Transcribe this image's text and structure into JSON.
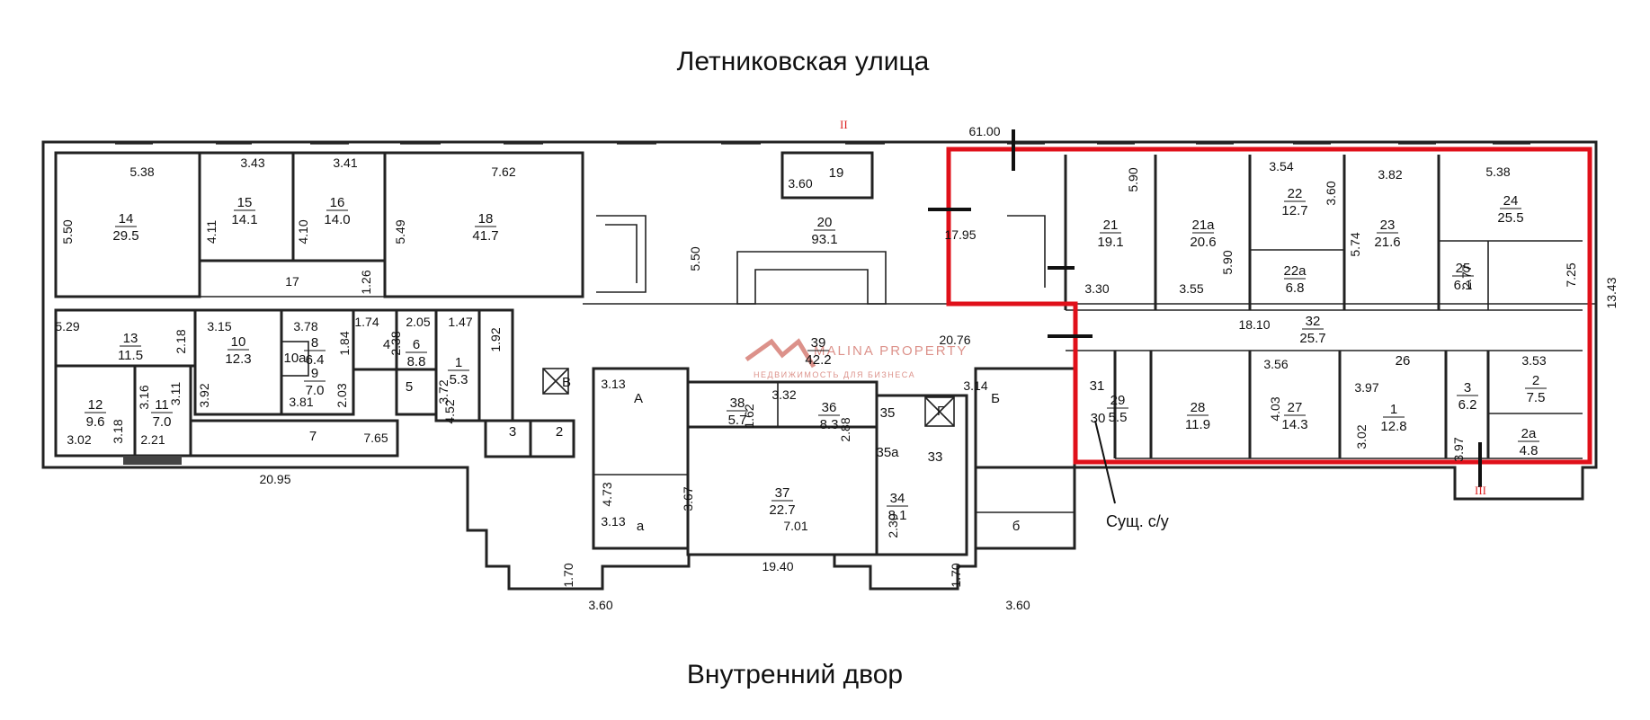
{
  "street_label": "Летниковская улица",
  "yard_label": "Внутренний двор",
  "annotation_label": "Сущ. с/у",
  "section_marks": [
    "II",
    "III"
  ],
  "watermark": {
    "brand": "MALINA PROPERTY",
    "tagline": "НЕДВИЖИМОСТЬ ДЛЯ БИЗНЕСА"
  },
  "colors": {
    "highlight": "#e0101a",
    "walls": "#222222",
    "watermark": "#c0392b"
  },
  "rooms": [
    {
      "id": "14",
      "label": "14",
      "area": "29.5"
    },
    {
      "id": "15",
      "label": "15",
      "area": "14.1"
    },
    {
      "id": "16",
      "label": "16",
      "area": "14.0"
    },
    {
      "id": "18",
      "label": "18",
      "area": "41.7"
    },
    {
      "id": "19",
      "label": "19",
      "area": ""
    },
    {
      "id": "20",
      "label": "20",
      "area": "93.1"
    },
    {
      "id": "21",
      "label": "21",
      "area": "19.1"
    },
    {
      "id": "21a",
      "label": "21а",
      "area": "20.6"
    },
    {
      "id": "22",
      "label": "22",
      "area": "12.7"
    },
    {
      "id": "22a",
      "label": "22а",
      "area": "6.8"
    },
    {
      "id": "23",
      "label": "23",
      "area": "21.6"
    },
    {
      "id": "24",
      "label": "24",
      "area": "25.5"
    },
    {
      "id": "25",
      "label": "25",
      "area": "6.1"
    },
    {
      "id": "13",
      "label": "13",
      "area": "11.5"
    },
    {
      "id": "10",
      "label": "10",
      "area": "12.3"
    },
    {
      "id": "8",
      "label": "8",
      "area": "6.4"
    },
    {
      "id": "9",
      "label": "9",
      "area": "7.0"
    },
    {
      "id": "10a",
      "label": "10а",
      "area": ""
    },
    {
      "id": "4",
      "label": "4",
      "area": ""
    },
    {
      "id": "6",
      "label": "6",
      "area": "8.8"
    },
    {
      "id": "1l",
      "label": "1",
      "area": "5.3"
    },
    {
      "id": "5",
      "label": "5",
      "area": ""
    },
    {
      "id": "12",
      "label": "12",
      "area": "9.6"
    },
    {
      "id": "11",
      "label": "11",
      "area": "7.0"
    },
    {
      "id": "7",
      "label": "7",
      "area": ""
    },
    {
      "id": "3l",
      "label": "3",
      "area": ""
    },
    {
      "id": "2l",
      "label": "2",
      "area": ""
    },
    {
      "id": "39",
      "label": "39",
      "area": "42.2"
    },
    {
      "id": "38",
      "label": "38",
      "area": "5.7"
    },
    {
      "id": "36",
      "label": "36",
      "area": "8.3"
    },
    {
      "id": "35",
      "label": "35",
      "area": ""
    },
    {
      "id": "35a",
      "label": "35а",
      "area": ""
    },
    {
      "id": "33",
      "label": "33",
      "area": ""
    },
    {
      "id": "37",
      "label": "37",
      "area": "22.7"
    },
    {
      "id": "34",
      "label": "34",
      "area": "8.1"
    },
    {
      "id": "32",
      "label": "32",
      "area": "25.7"
    },
    {
      "id": "26",
      "label": "26",
      "area": ""
    },
    {
      "id": "31",
      "label": "31",
      "area": ""
    },
    {
      "id": "30",
      "label": "30",
      "area": ""
    },
    {
      "id": "29",
      "label": "29",
      "area": "5.5"
    },
    {
      "id": "28",
      "label": "28",
      "area": "11.9"
    },
    {
      "id": "27",
      "label": "27",
      "area": "14.3"
    },
    {
      "id": "1r",
      "label": "1",
      "area": "12.8"
    },
    {
      "id": "3r",
      "label": "3",
      "area": "6.2"
    },
    {
      "id": "2r",
      "label": "2",
      "area": "7.5"
    },
    {
      "id": "2ar",
      "label": "2а",
      "area": "4.8"
    }
  ],
  "stair_labels": [
    "А",
    "Б",
    "а",
    "б",
    "В",
    "Г"
  ],
  "dimensions": [
    "5.38",
    "3.43",
    "3.41",
    "7.62",
    "5.50",
    "4.11",
    "4.10",
    "5.49",
    "1.26",
    "17",
    "3.60",
    "61.00",
    "5.50",
    "17.95",
    "5.90",
    "3.54",
    "3.82",
    "5.38",
    "3.60",
    "5.74",
    "5.90",
    "3.30",
    "3.55",
    "2.77",
    "7.25",
    "13.43",
    "18.10",
    "20.76",
    "5.29",
    "2.18",
    "3.15",
    "3.78",
    "1.84",
    "1.74",
    "2.38",
    "2.05",
    "1.47",
    "1.92",
    "3.92",
    "3.81",
    "2.03",
    "4.52",
    "3.72",
    "3.16",
    "3.11",
    "3.18",
    "3.02",
    "2.21",
    "7.65",
    "20.95",
    "3.13",
    "4.73",
    "3.13",
    "3.32",
    "1.62",
    "2.88",
    "3.14",
    "3.67",
    "7.01",
    "2.30",
    "19.40",
    "1.70",
    "3.60",
    "1.70",
    "3.60",
    "3.56",
    "3.97",
    "4.03",
    "3.02",
    "3.97",
    "3.53"
  ]
}
